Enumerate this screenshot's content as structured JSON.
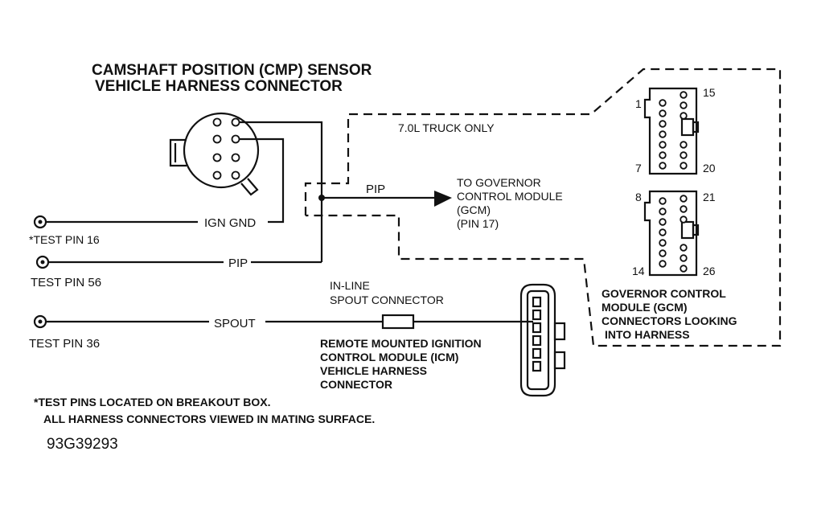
{
  "title": {
    "line1": "CAMSHAFT POSITION  (CMP) SENSOR",
    "line2": "VEHICLE HARNESS CONNECTOR"
  },
  "truck_label": "7.0L TRUCK ONLY",
  "wires": {
    "ign_gnd": "IGN GND",
    "pip_left": "PIP",
    "pip_right": "PIP",
    "spout": "SPOUT"
  },
  "test_pins": {
    "pin16": "*TEST PIN 16",
    "pin56": "TEST PIN 56",
    "pin36": "TEST PIN 36"
  },
  "governor_target": {
    "line1": "TO GOVERNOR",
    "line2": "CONTROL MODULE",
    "line3": "(GCM)",
    "line4": "(PIN 17)"
  },
  "inline_connector": {
    "line1": "IN-LINE",
    "line2": "SPOUT CONNECTOR"
  },
  "icm_label": {
    "line1": "REMOTE MOUNTED IGNITION",
    "line2": "CONTROL MODULE (ICM)",
    "line3": "VEHICLE HARNESS",
    "line4": "CONNECTOR"
  },
  "gcm_connectors": {
    "pins": [
      "1",
      "15",
      "7",
      "20",
      "8",
      "21",
      "14",
      "26"
    ],
    "label": {
      "line1": "GOVERNOR CONTROL",
      "line2": "MODULE (GCM)",
      "line3": "CONNECTORS LOOKING",
      "line4": "INTO HARNESS"
    }
  },
  "footnote": {
    "line1": "*TEST PINS LOCATED ON BREAKOUT BOX.",
    "line2": "ALL HARNESS CONNECTORS VIEWED IN MATING SURFACE."
  },
  "figure_id": "93G39293"
}
